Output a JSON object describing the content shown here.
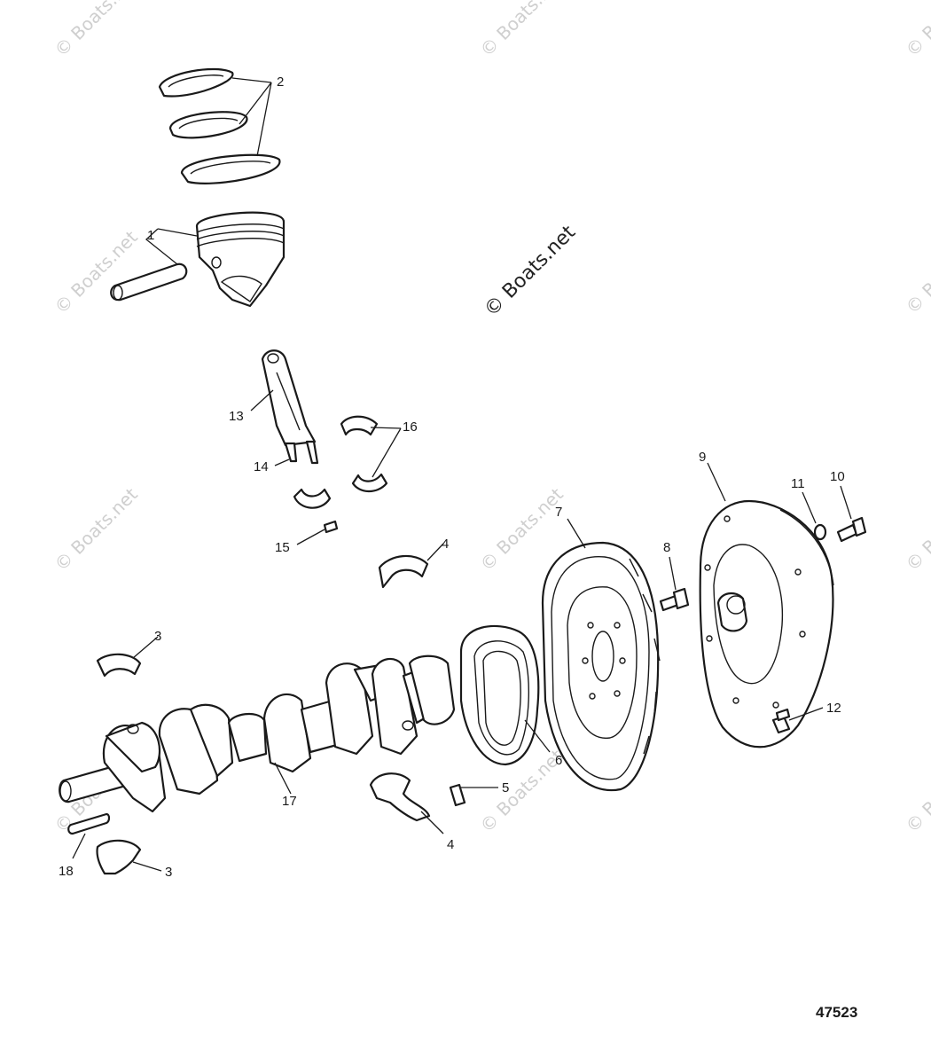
{
  "watermark": {
    "main": "© Boats.net",
    "faint": "© Boats.net"
  },
  "callouts": {
    "c1": "1",
    "c2": "2",
    "c3a": "3",
    "c3b": "3",
    "c4a": "4",
    "c4b": "4",
    "c5": "5",
    "c6": "6",
    "c7": "7",
    "c8": "8",
    "c9": "9",
    "c10": "10",
    "c11": "11",
    "c12": "12",
    "c13": "13",
    "c14": "14",
    "c15": "15",
    "c16": "16",
    "c17": "17",
    "c18": "18"
  },
  "figure_number": "47523"
}
